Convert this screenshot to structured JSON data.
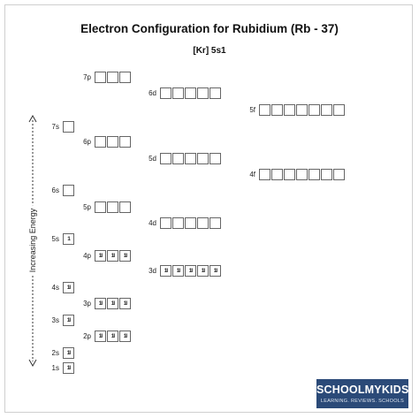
{
  "diagram": {
    "title": "Electron Configuration for Rubidium (Rb - 37)",
    "configuration": "[Kr] 5s1",
    "axis_label": "Increasing Energy",
    "orbitals": [
      {
        "label": "7p",
        "boxes": [
          "",
          "",
          ""
        ]
      },
      {
        "label": "6d",
        "boxes": [
          "",
          "",
          "",
          "",
          ""
        ]
      },
      {
        "label": "5f",
        "boxes": [
          "",
          "",
          "",
          "",
          "",
          "",
          ""
        ]
      },
      {
        "label": "7s",
        "boxes": [
          ""
        ]
      },
      {
        "label": "6p",
        "boxes": [
          "",
          "",
          ""
        ]
      },
      {
        "label": "5d",
        "boxes": [
          "",
          "",
          "",
          "",
          ""
        ]
      },
      {
        "label": "4f",
        "boxes": [
          "",
          "",
          "",
          "",
          "",
          "",
          ""
        ]
      },
      {
        "label": "6s",
        "boxes": [
          ""
        ]
      },
      {
        "label": "5p",
        "boxes": [
          "",
          "",
          ""
        ]
      },
      {
        "label": "4d",
        "boxes": [
          "",
          "",
          "",
          "",
          ""
        ]
      },
      {
        "label": "5s",
        "boxes": [
          "1"
        ]
      },
      {
        "label": "4p",
        "boxes": [
          "1l",
          "1l",
          "1l"
        ]
      },
      {
        "label": "3d",
        "boxes": [
          "1l",
          "1l",
          "1l",
          "1l",
          "1l"
        ]
      },
      {
        "label": "4s",
        "boxes": [
          "1l"
        ]
      },
      {
        "label": "3p",
        "boxes": [
          "1l",
          "1l",
          "1l"
        ]
      },
      {
        "label": "3s",
        "boxes": [
          "1l"
        ]
      },
      {
        "label": "2p",
        "boxes": [
          "1l",
          "1l",
          "1l"
        ]
      },
      {
        "label": "2s",
        "boxes": [
          "1l"
        ]
      },
      {
        "label": "1s",
        "boxes": [
          "1l"
        ]
      }
    ]
  },
  "logo": {
    "name": "SCHOOLMYKIDS",
    "tagline": "LEARNING. REVIEWS. SCHOOLS",
    "color": "#2b4a78"
  }
}
